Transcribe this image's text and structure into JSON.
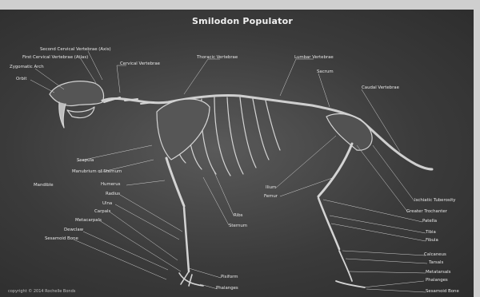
{
  "title": "Smilodon Populator",
  "copyright": "copyright © 2014 Rochelle Bonds",
  "labels": {
    "second_cervical": "Second Cervical Vertebrae (Axis)",
    "first_cervical": "First Cervical Vertebrae (Atlas)",
    "zygomatic": "Zygomatic Arch",
    "orbit": "Orbit",
    "cervical": "Cervical Vertebrae",
    "thoracic": "Thoracic Vertebrae",
    "lumbar": "Lumbar Vertebrae",
    "sacrum": "Sacrum",
    "caudal": "Caudal Vertebrae",
    "scapula": "Scapula",
    "manubrium": "Manubrium of Sternum",
    "mandible": "Mandible",
    "humerus": "Humerus",
    "radius": "Radius",
    "ulna": "Ulna",
    "carpals": "Carpals",
    "metacarpals": "Metacarpals",
    "dewclaw": "Dewclaw",
    "sesamoid": "Sesamoid Bone",
    "ribs": "Ribs",
    "sternum": "Sternum",
    "ilium": "Ilium",
    "femur": "Femur",
    "ischiatic": "Ischiatic Tuberosity",
    "greater_trochanter": "Greater Trochanter",
    "patella": "Patella",
    "tibia": "Tibia",
    "fibula": "Fibula",
    "calcaneus": "Calcaneus",
    "tarsals": "Tarsals",
    "metatarsals": "Metatarsals",
    "phalanges_front": "Phalanges",
    "phalanges_hind": "Phalanges",
    "pisiform": "Pisiform",
    "sesamoid_hind": "Sesamoid Bone"
  },
  "colors": {
    "background": "#3a3a3a",
    "bone": "#d8d8d8",
    "leader": "#cfcfcf"
  }
}
